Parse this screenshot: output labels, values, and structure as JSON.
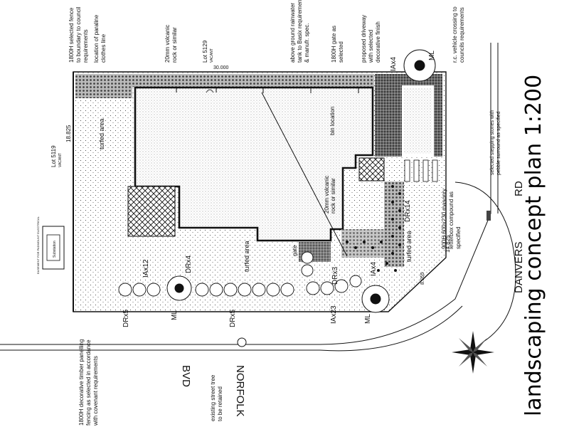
{
  "title": "landscaping concept plan 1:200",
  "roads": {
    "danvers": "DANVERS",
    "rd": "RD",
    "norfolk": "NORFOLK",
    "bvd": "BVD"
  },
  "lots": {
    "lot5129": "Lot 5129",
    "lot5129_sub": "VACANT",
    "lot5119": "Lot 5119",
    "lot5119_sub": "VACANT",
    "dim_top": "30.000",
    "dim_left": "18.825",
    "dim_right": "14.825",
    "dim_corner": "8.055"
  },
  "notes": {
    "fence_top": "1800H selected fence",
    "fence_top2": "to boundary to council",
    "fence_top3": "requirements",
    "clothes": "location of paraline",
    "clothes2": "clothes line",
    "rock_top": "20mm volcanic",
    "rock_top2": "rock or similar",
    "tank": "above ground rainwater",
    "tank2": "tank to Basix requirements",
    "tank3": "& manufr. spec.",
    "gate_top": "1800H gate as",
    "gate_top2": "selected",
    "driveway": "proposed driveway",
    "driveway2": "with selected",
    "driveway3": "decorative finish",
    "vehicle": "r.c. vehicle crossing to",
    "vehicle2": "councils requirements",
    "stepping": "selected stepping stones with",
    "stepping2": "pebble surround as specified",
    "letterbox": "900H 600x230 masonry",
    "letterbox2": "letterbox compound as",
    "letterbox3": "specified",
    "timber": "1800H decorative timber panelling",
    "timber2": "fencing as selected in accordance",
    "timber3": "with covenant requirements",
    "street_tree": "existing street tree",
    "street_tree2": "to be retained",
    "rock_mid": "20mm volcanic",
    "rock_mid2": "rock or similar",
    "bin": "bin location",
    "gate_mid": "gate",
    "substation": "Substation",
    "easement": "EASEMENT FOR PADMOUNT ELECTRICAL"
  },
  "areas": {
    "turf1": "turfed area",
    "turf2": "turfed area",
    "turf3": "turfed area"
  },
  "plants": {
    "ml1": "ML",
    "ml2": "ML",
    "ml3": "ML",
    "iax4a": "IAx4",
    "iax4b": "IAx4",
    "iax12": "IAx12",
    "iax23": "IAx23",
    "drx4": "DRx4",
    "drx5a": "DRx5",
    "drx5b": "DRx5",
    "drx3": "DRx3",
    "drx14": "DRx14"
  },
  "colors": {
    "line": "#111111",
    "paving": "#555555"
  }
}
